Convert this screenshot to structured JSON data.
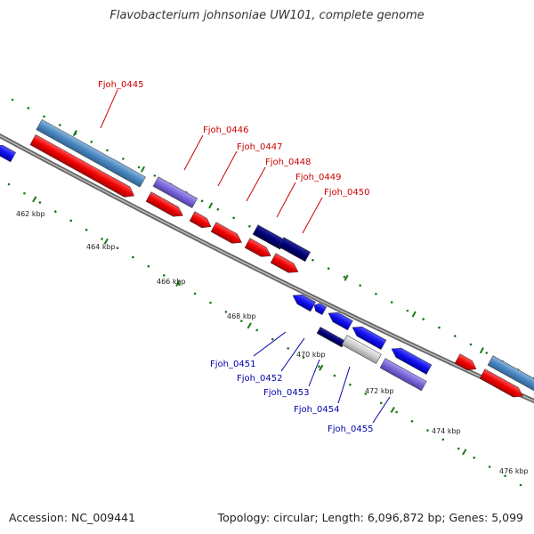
{
  "title": "Flavobacterium johnsoniae UW101, complete genome",
  "footer": {
    "accession": "Accession: NC_009441",
    "summary": "Topology: circular; Length: 6,096,872 bp; Genes: 5,099"
  },
  "colors": {
    "backbone": "#888888",
    "tick": "#1a7a1a",
    "forward_label": "#cc0000",
    "reverse_label": "#0000aa"
  },
  "ticks": [
    {
      "label": "462 kbp"
    },
    {
      "label": "464 kbp"
    },
    {
      "label": "466 kbp"
    },
    {
      "label": "468 kbp"
    },
    {
      "label": "470 kbp"
    },
    {
      "label": "472 kbp"
    },
    {
      "label": "474 kbp"
    },
    {
      "label": "476 kbp"
    }
  ],
  "gene_labels": {
    "forward": [
      "Fjoh_0445",
      "Fjoh_0446",
      "Fjoh_0447",
      "Fjoh_0448",
      "Fjoh_0449",
      "Fjoh_0450"
    ],
    "reverse": [
      "Fjoh_0451",
      "Fjoh_0452",
      "Fjoh_0453",
      "Fjoh_0454",
      "Fjoh_0455"
    ]
  }
}
